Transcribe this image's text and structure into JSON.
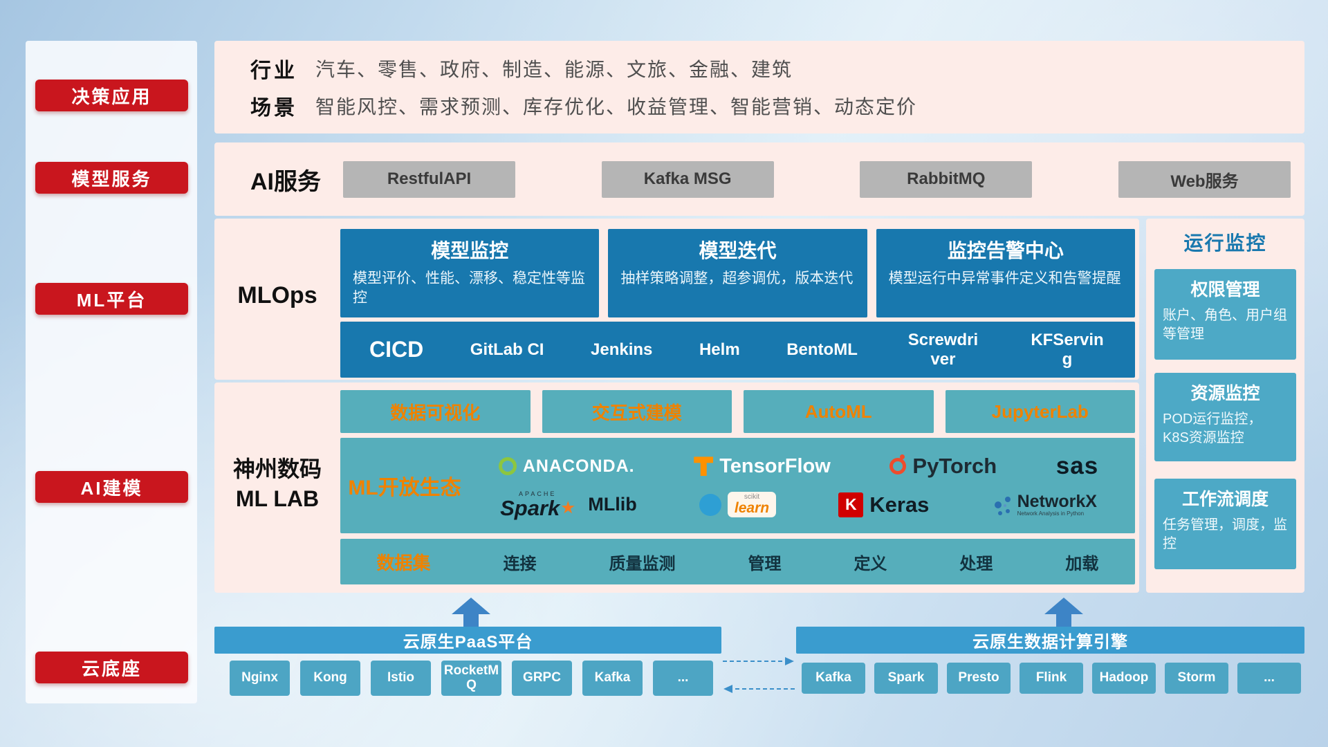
{
  "sidebar": {
    "items": [
      {
        "label": "决策应用"
      },
      {
        "label": "模型服务"
      },
      {
        "label": "ML平台"
      },
      {
        "label": "AI建模"
      },
      {
        "label": "云底座"
      }
    ]
  },
  "industry": {
    "row1_label": "行业",
    "row1_text": "汽车、零售、政府、制造、能源、文旅、金融、建筑",
    "row2_label": "场景",
    "row2_text": "智能风控、需求预测、库存优化、收益管理、智能营销、动态定价"
  },
  "ai_service": {
    "label": "AI服务",
    "items": [
      "RestfulAPI",
      "Kafka MSG",
      "RabbitMQ",
      "Web服务"
    ]
  },
  "mlops": {
    "label": "MLOps",
    "cards": [
      {
        "title": "模型监控",
        "desc": "模型评价、性能、漂移、稳定性等监控"
      },
      {
        "title": "模型迭代",
        "desc": "抽样策略调整，超参调优，版本迭代"
      },
      {
        "title": "监控告警中心",
        "desc": "模型运行中异常事件定义和告警提醒"
      }
    ],
    "cicd_label": "CICD",
    "cicd_items": [
      "GitLab CI",
      "Jenkins",
      "Helm",
      "BentoML",
      "Screwdriver",
      "KFServing"
    ]
  },
  "mllab": {
    "label_line1": "神州数码",
    "label_line2": "ML LAB",
    "top_buttons": [
      "数据可视化",
      "交互式建模",
      "AutoML",
      "JupyterLab"
    ],
    "ecosystem_label": "ML开放生态",
    "logos": {
      "anaconda": "ANACONDA.",
      "tensorflow": "TensorFlow",
      "pytorch": "PyTorch",
      "sas": "sas",
      "spark_small": "APACHE",
      "spark": "Spark",
      "mllib": "MLlib",
      "scikit_small": "scikit",
      "scikit": "learn",
      "keras_k": "K",
      "keras": "Keras",
      "networkx": "NetworkX",
      "networkx_sub": "Network Analysis in Python"
    },
    "dataset_label": "数据集",
    "dataset_items": [
      "连接",
      "质量监测",
      "管理",
      "定义",
      "处理",
      "加载"
    ]
  },
  "monitor": {
    "title": "运行监控",
    "cards": [
      {
        "title": "权限管理",
        "desc": "账户、角色、用户组等管理"
      },
      {
        "title": "资源监控",
        "desc": "POD运行监控，K8S资源监控"
      },
      {
        "title": "工作流调度",
        "desc": "任务管理，调度，监控"
      }
    ]
  },
  "cloud": {
    "paas_title": "云原生PaaS平台",
    "paas_items": [
      "Nginx",
      "Kong",
      "Istio",
      "RocketMQ",
      "GRPC",
      "Kafka",
      "..."
    ],
    "engine_title": "云原生数据计算引擎",
    "engine_items": [
      "Kafka",
      "Spark",
      "Presto",
      "Flink",
      "Hadoop",
      "Storm",
      "..."
    ]
  },
  "colors": {
    "accent_red": "#c9161e",
    "band_pink": "#fdece8",
    "deep_blue": "#1878ae",
    "teal": "#56aebb",
    "monitor_teal": "#4da9c6",
    "orange_text": "#ef8200",
    "gray_button": "#b5b5b5",
    "bar_blue": "#3a9ccf",
    "chip_teal": "#4da5c4",
    "arrow_blue": "#3d84c6"
  }
}
